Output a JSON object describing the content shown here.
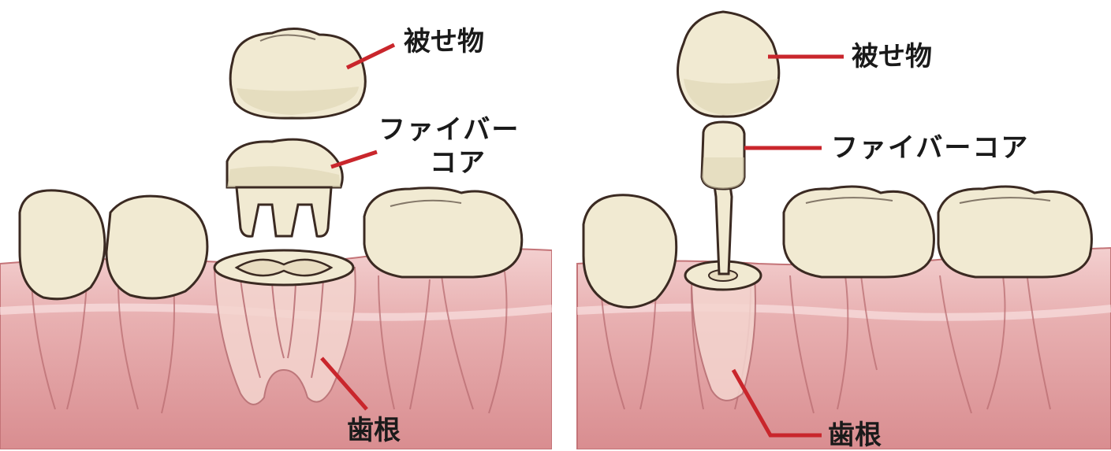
{
  "left_panel": {
    "crown_label": "被せ物",
    "core_label_line1": "ファイバー",
    "core_label_line2": "コア",
    "root_label": "歯根"
  },
  "right_panel": {
    "crown_label": "被せ物",
    "core_label": "ファイバーコア",
    "root_label": "歯根"
  },
  "colors": {
    "tooth": "#f1ead2",
    "tooth_shadow": "#ddd3b2",
    "outline": "#3b2a22",
    "gum": "#e3a4a6",
    "gum_dark": "#cf7f84",
    "gum_light": "#f3cfcf",
    "leader_line": "#c9262c"
  }
}
